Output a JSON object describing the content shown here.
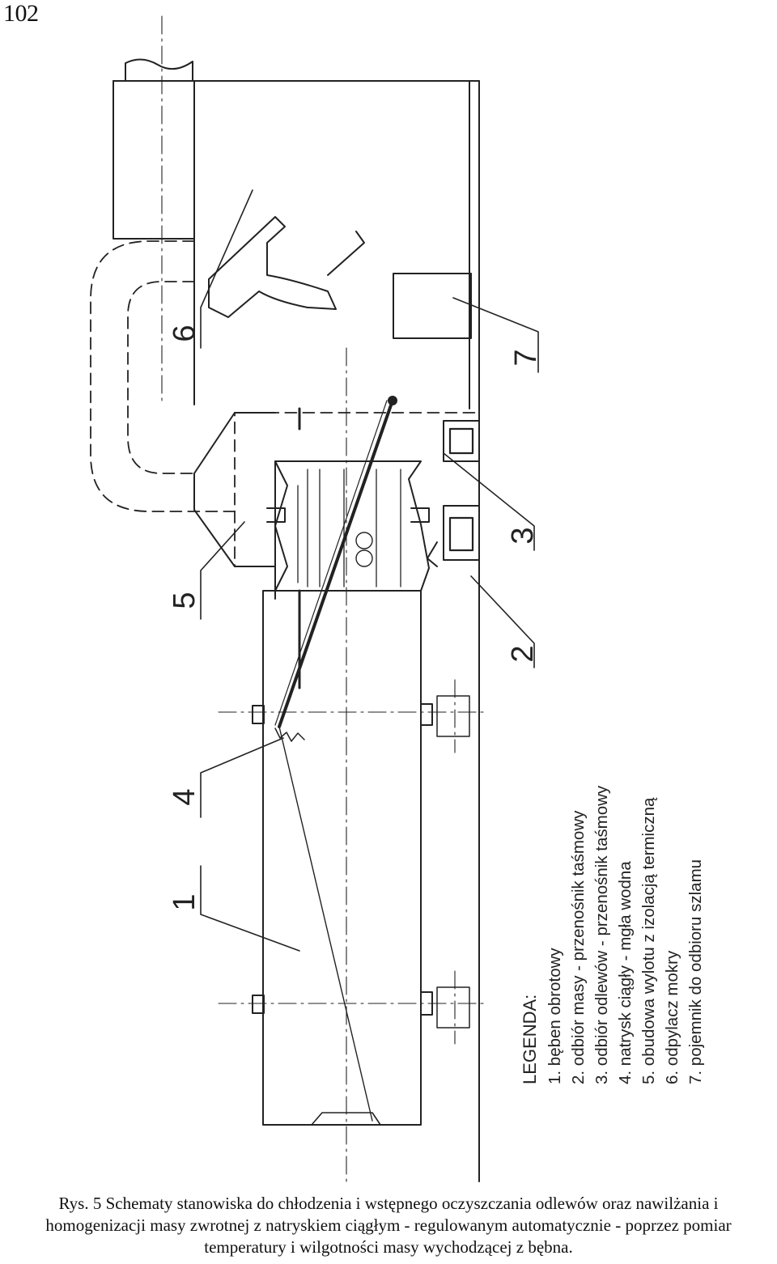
{
  "page_number": "102",
  "figure": {
    "callouts": [
      "1",
      "2",
      "3",
      "4",
      "5",
      "6",
      "7"
    ],
    "legend": {
      "title": "LEGENDA:",
      "items": [
        "1. bęben obrotowy",
        "2. odbiór masy - przenośnik taśmowy",
        "3. odbiór odlewów - przenośnik taśmowy",
        "4. natrysk ciągły - mgła wodna",
        "5. obudowa wylotu z izolacją termiczną",
        "6. odpylacz mokry",
        "7. pojemnik do odbioru szlamu"
      ]
    }
  },
  "caption": {
    "line1": "Rys. 5 Schematy stanowiska do chłodzenia i wstępnego oczyszczania odlewów oraz nawilżania i",
    "line2": "homogenizacji masy zwrotnej z natryskiem ciągłym - regulowanym automatycznie - poprzez pomiar",
    "line3": "temperatury i wilgotności masy wychodzącej z bębna."
  }
}
